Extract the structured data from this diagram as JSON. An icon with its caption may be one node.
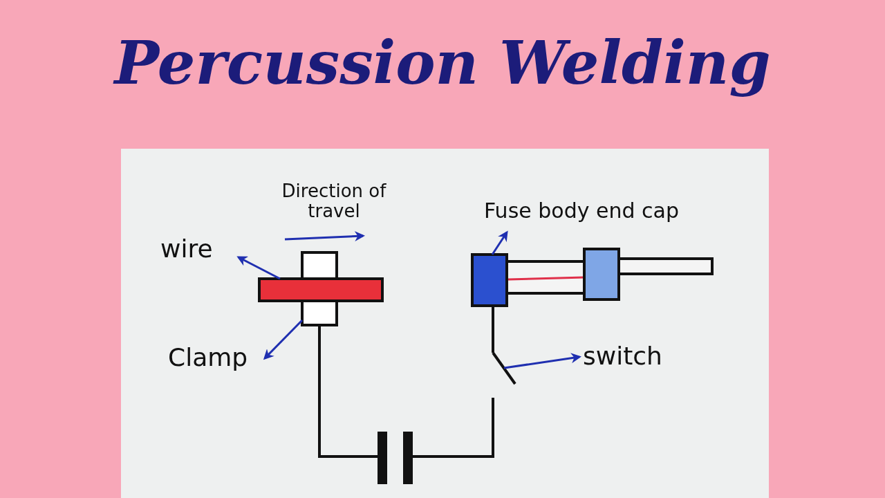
{
  "diagram": {
    "title": "Percussion Welding",
    "nodes": [
      {
        "text": [
          "wire"
        ]
      },
      {
        "text": [
          "Clamp"
        ]
      },
      {
        "text": [
          "Fuse body end cap"
        ]
      },
      {
        "text": [
          "switch"
        ]
      },
      {
        "text": [],
        "shape": "bar"
      },
      {
        "text": [],
        "shape": "box"
      },
      {
        "text": [],
        "shape": "box"
      },
      {
        "text": [],
        "shape": "line"
      }
    ],
    "edges": [
      {
        "from": 4,
        "to": 0,
        "arrow": "to"
      },
      {
        "from": 5,
        "to": 1,
        "arrow": "to"
      },
      {
        "from": 6,
        "to": 2,
        "arrow": "to"
      },
      {
        "from": 7,
        "to": 3,
        "arrow": "to"
      }
    ],
    "labels": [
      "Direction of travel"
    ]
  }
}
